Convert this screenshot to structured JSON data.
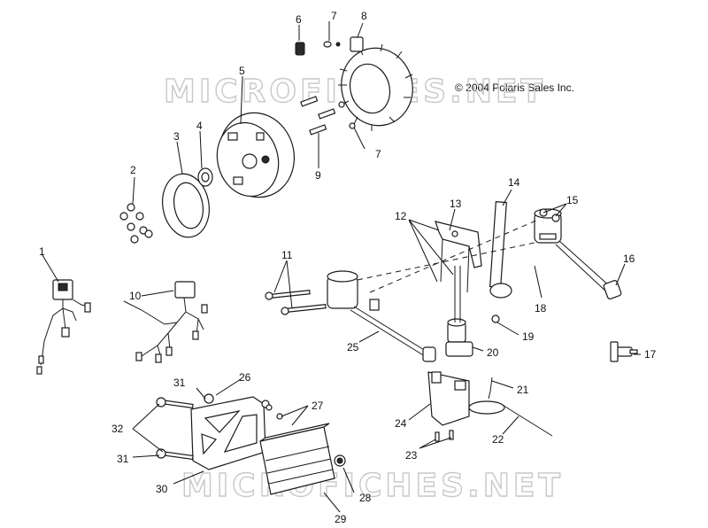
{
  "copyright": "© 2004 Polaris Sales Inc.",
  "watermark": "MICROFICHES.NET",
  "callouts": [
    "1",
    "2",
    "3",
    "4",
    "5",
    "6",
    "7",
    "7",
    "8",
    "9",
    "10",
    "11",
    "12",
    "13",
    "14",
    "15",
    "16",
    "17",
    "18",
    "19",
    "20",
    "21",
    "22",
    "23",
    "24",
    "25",
    "26",
    "27",
    "28",
    "29",
    "30",
    "31",
    "31",
    "32"
  ]
}
